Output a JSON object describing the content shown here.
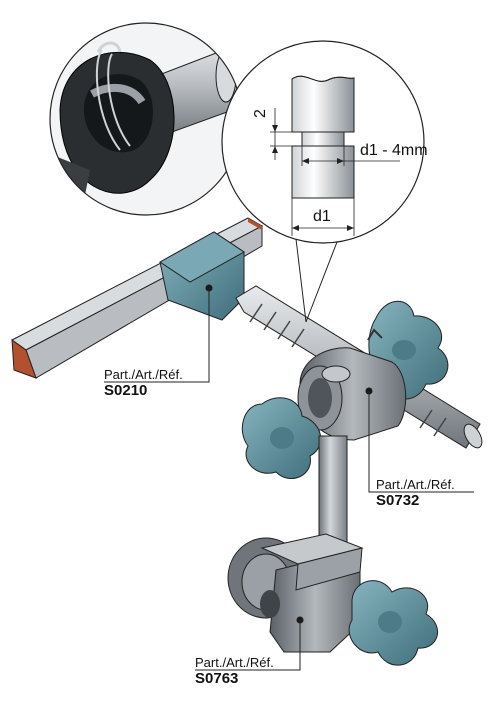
{
  "parts": [
    {
      "prefix": "Part./Art./Réf.",
      "code": "S0210"
    },
    {
      "prefix": "Part./Art./Réf.",
      "code": "S0732"
    },
    {
      "prefix": "Part./Art./Réf.",
      "code": "S0763"
    }
  ],
  "detail": {
    "gap_label": "2",
    "groove_label": "d1 - 4mm",
    "diameter_label": "d1"
  },
  "colors": {
    "knob": "#5c8f9c",
    "metal": "#a6abb0",
    "rod_cut": "#b3502d",
    "outline": "#222222"
  }
}
